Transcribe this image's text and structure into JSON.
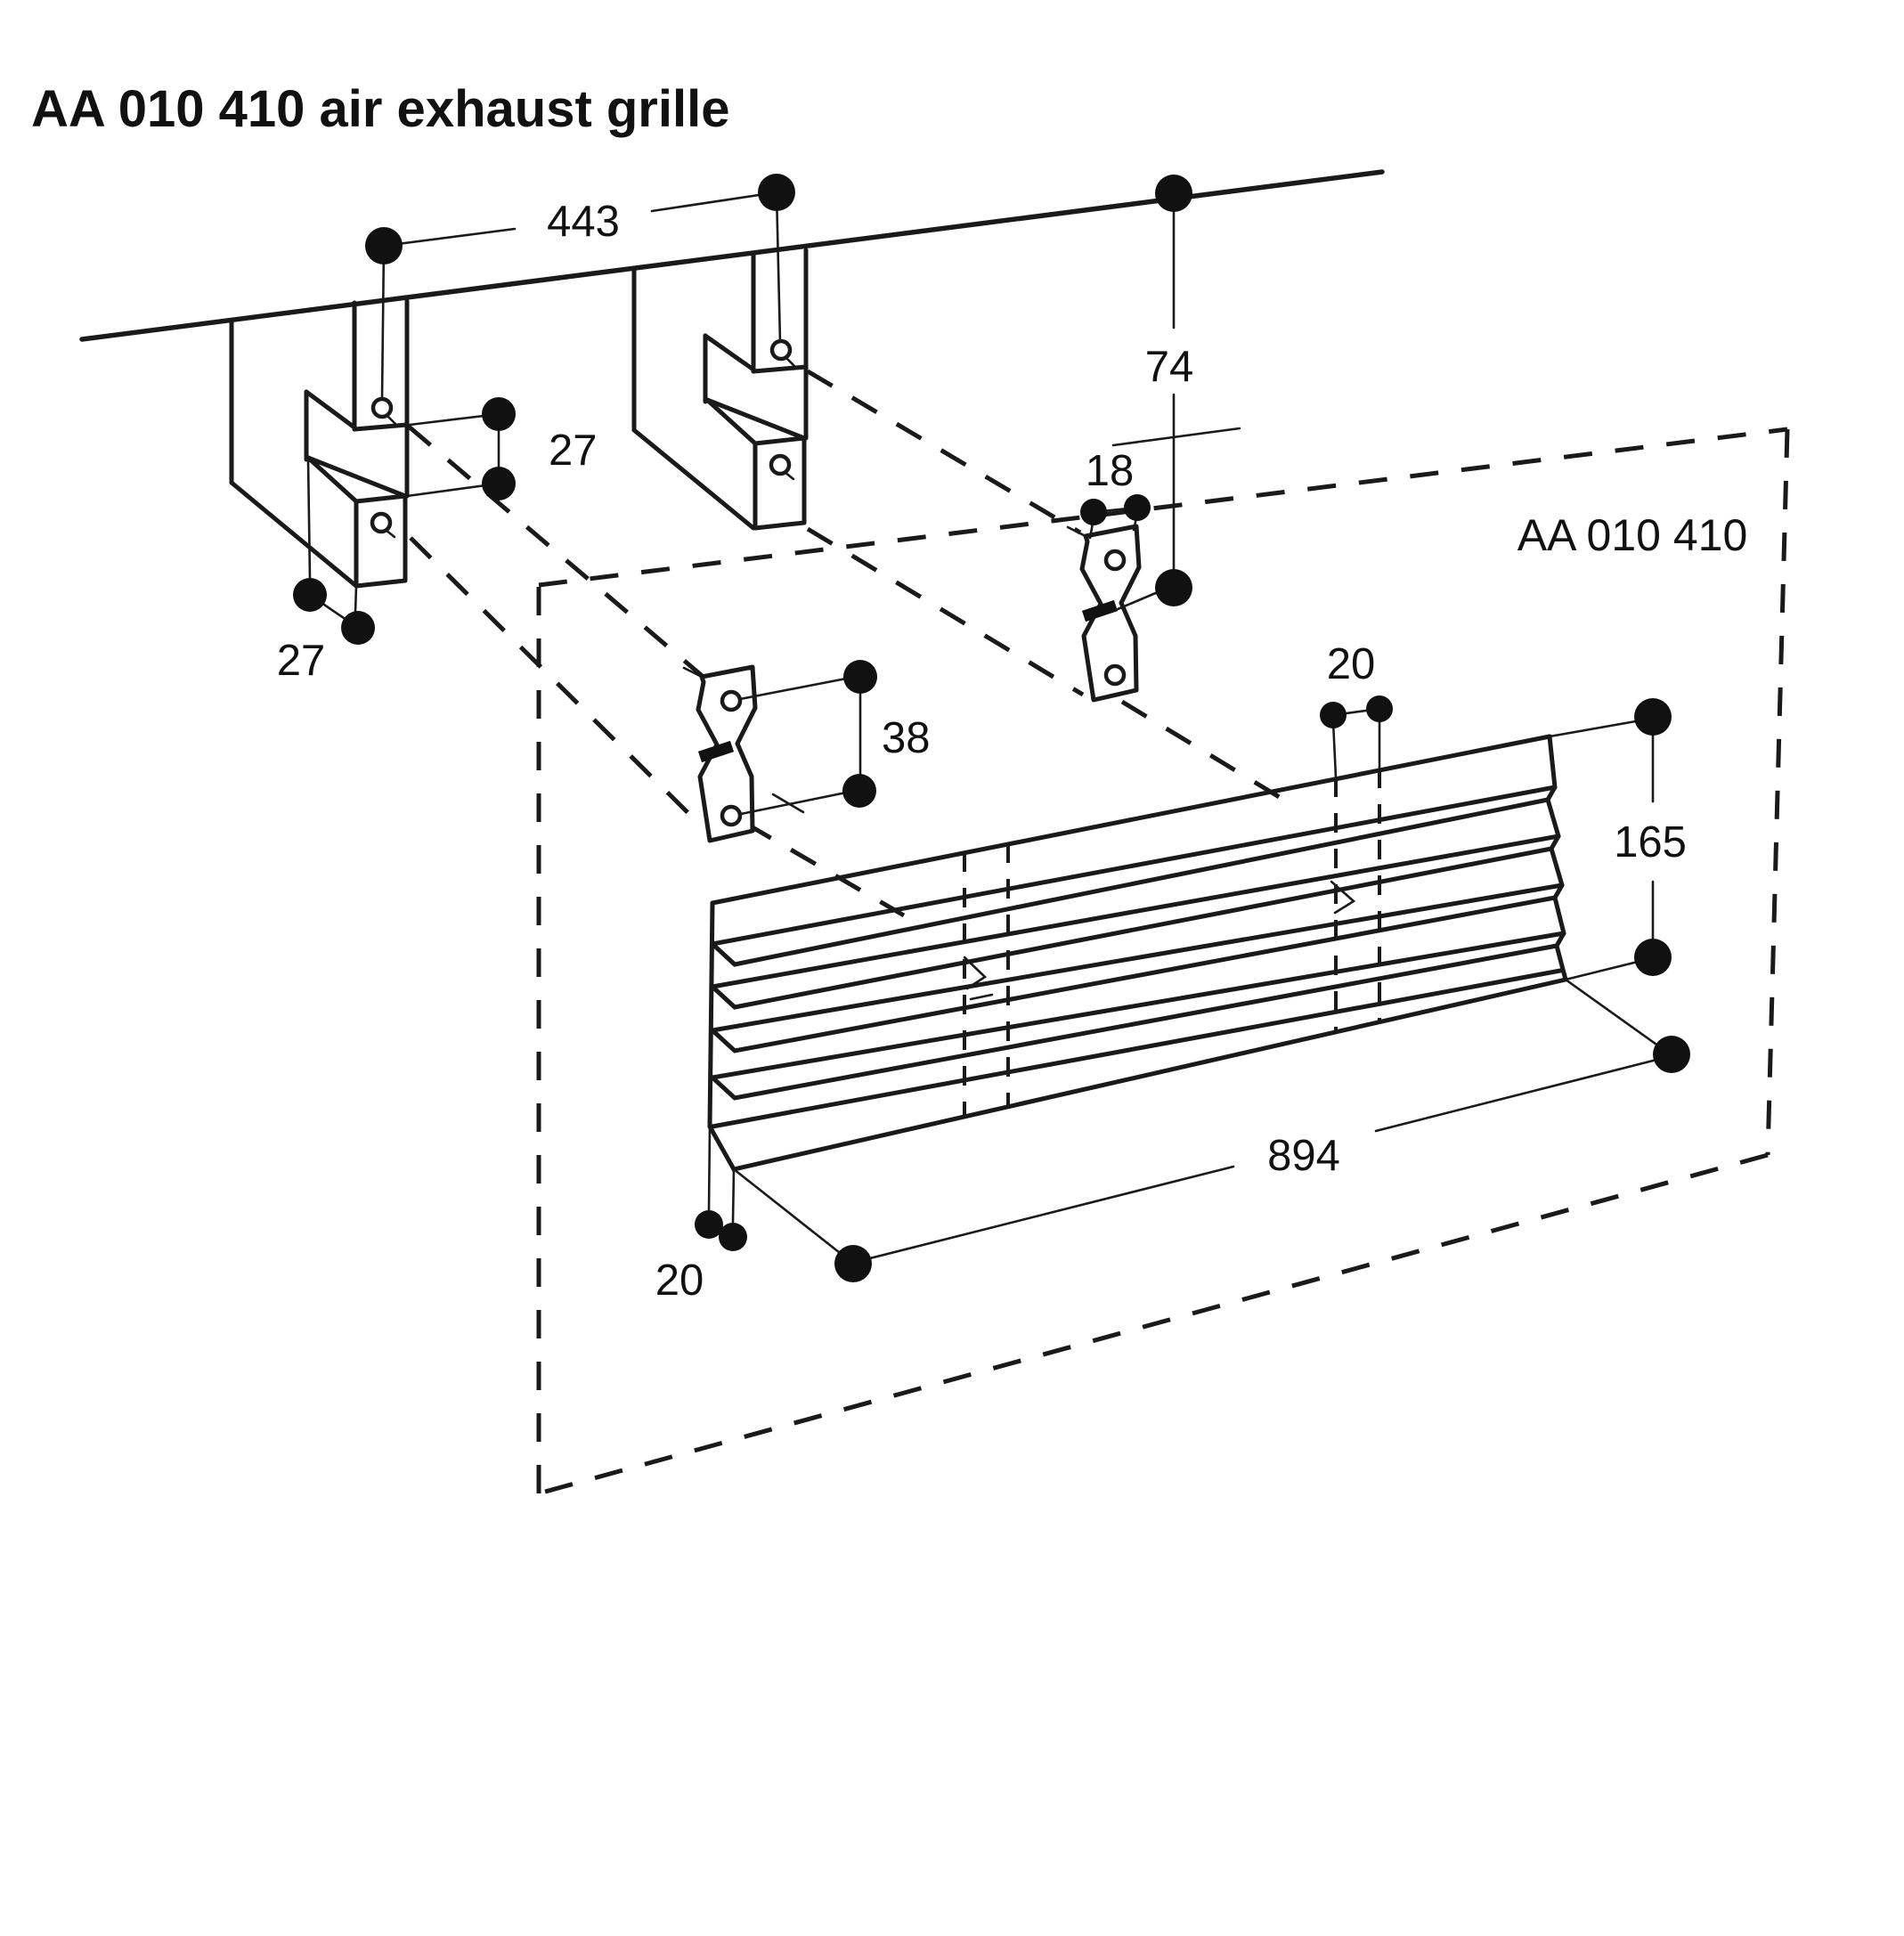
{
  "title": "AA 010 410 air exhaust grille",
  "part_label": "AA 010 410",
  "dimensions": {
    "bracket_spacing": "443",
    "ceiling_to_clip": "74",
    "bracket_step_vertical": "27",
    "bracket_step_horizontal": "27",
    "clip_depth": "18",
    "clip_hole_spacing": "38",
    "slot_offset_right": "20",
    "slot_offset_left": "20",
    "grille_height": "165",
    "grille_width": "894"
  }
}
